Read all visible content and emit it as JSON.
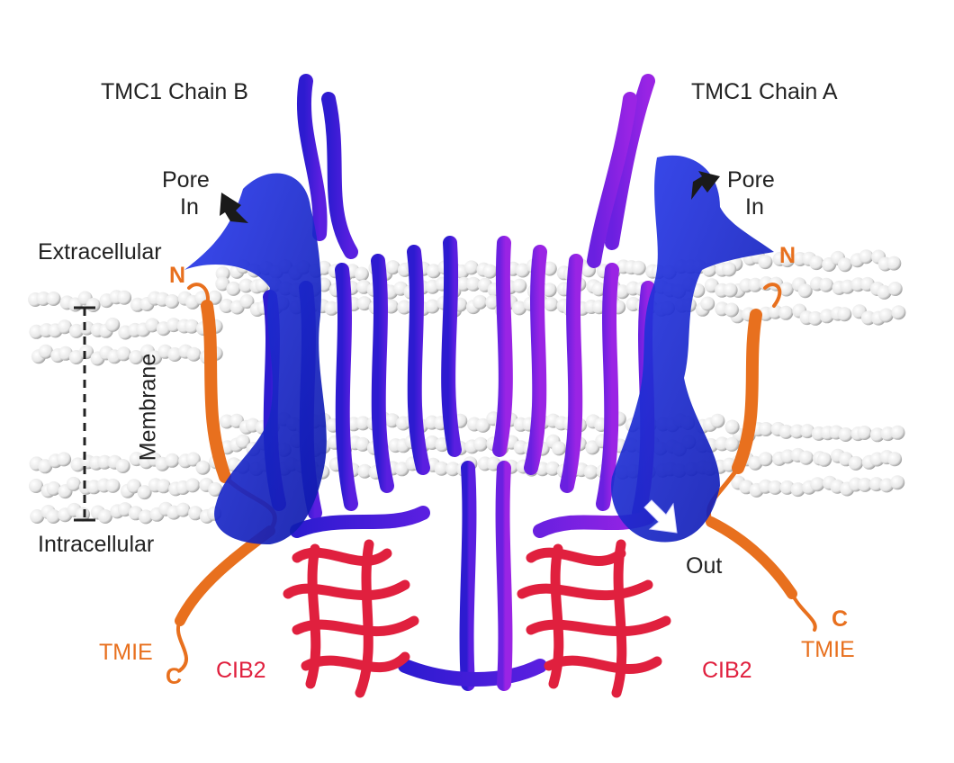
{
  "labels": {
    "chain_b": "TMC1 Chain B",
    "chain_a": "TMC1 Chain A",
    "pore_in_left": "Pore\nIn",
    "pore_in_right": "Pore\nIn",
    "pore_left_line1": "Pore",
    "pore_left_line2": "In",
    "pore_right_line1": "Pore",
    "pore_right_line2": "In",
    "extracellular": "Extracellular",
    "intracellular": "Intracellular",
    "membrane": "Membrane",
    "n_left": "N",
    "n_right": "N",
    "c_left": "C",
    "c_right": "C",
    "tmie_left": "TMIE",
    "tmie_right": "TMIE",
    "cib2_left": "CIB2",
    "cib2_right": "CIB2",
    "out": "Out"
  },
  "colors": {
    "tmc1_chain_b": "#3a1fd6",
    "tmc1_chain_a": "#8a22e0",
    "pore_surface": "#1a2bd8",
    "tmie": "#e8701e",
    "cib2": "#e0203e",
    "lipid_heads": "#f2f2f2",
    "label_text": "#222222"
  },
  "icons": {
    "pore_in_arrow_left": "black-arrow-icon",
    "pore_in_arrow_right": "black-arrow-icon",
    "out_arrow": "white-arrow-icon"
  }
}
